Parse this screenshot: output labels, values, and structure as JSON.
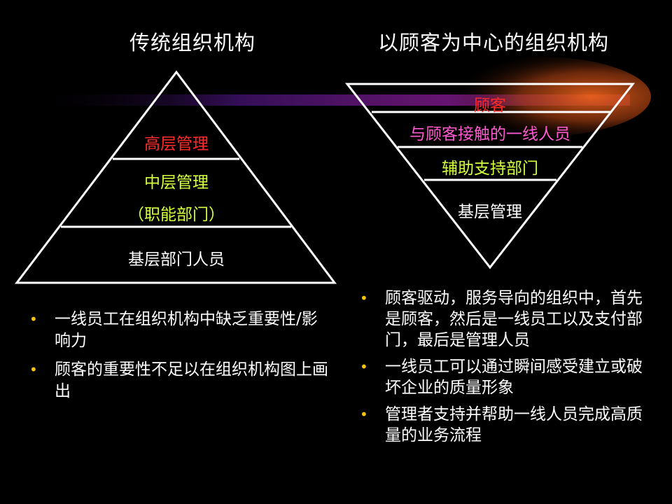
{
  "left": {
    "title": "传统组织机构",
    "levels": [
      "高层管理",
      "中层管理",
      "（职能部门）",
      "基层部门人员"
    ],
    "bullets": [
      "一线员工在组织机构中缺乏重要性/影响力",
      "顾客的重要性不足以在组织机构图上画出"
    ]
  },
  "right": {
    "title": "以顾客为中心的组织机构",
    "levels": [
      "顾客",
      "与顾客接触的一线人员",
      "辅助支持部门",
      "基层管理"
    ],
    "bullets": [
      "顾客驱动，服务导向的组织中，首先是顾客，然后是一线员工以及支付部门，最后是管理人员",
      "一线员工可以通过瞬间感受建立或破坏企业的质量形象",
      "管理者支持并帮助一线人员完成高质量的业务流程"
    ]
  },
  "colors": {
    "red": "#ff2a2a",
    "green": "#d4ff3a",
    "white": "#ffffff",
    "bullet": "#f5c500",
    "glow": "#c94a10"
  },
  "icons": {
    "bullet": "•"
  }
}
